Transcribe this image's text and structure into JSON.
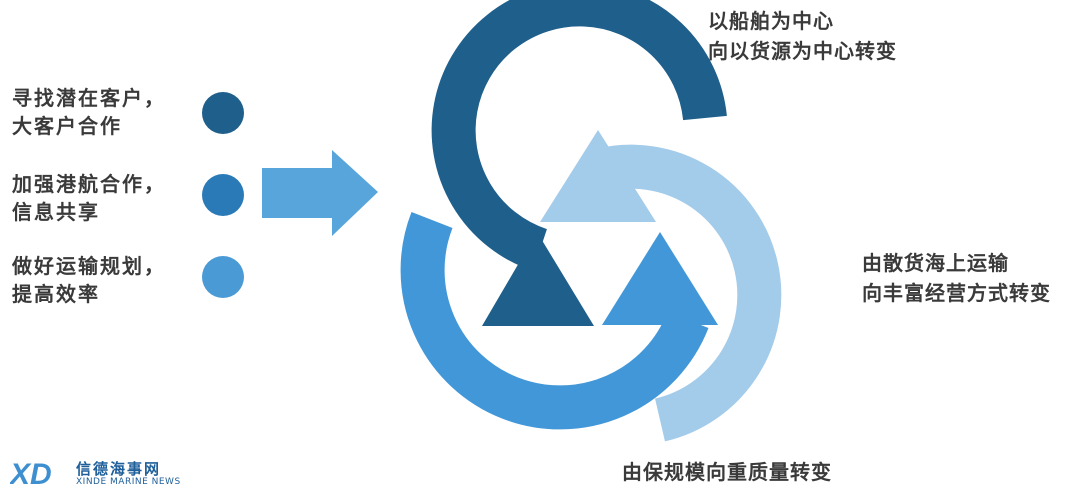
{
  "left_items": [
    {
      "text": "寻找潜在客户，\n大客户合作",
      "color": "#1f5f8b"
    },
    {
      "text": "加强港航合作，\n信息共享",
      "color": "#2a7ab8"
    },
    {
      "text": "做好运输规划，\n提高效率",
      "color": "#4a9ad6"
    }
  ],
  "labels": {
    "top": "以船舶为中心\n向以货源为中心转变",
    "right": "由散货海上运输\n向丰富经营方式转变",
    "bottom": "由保规模向重质量转变"
  },
  "logo": {
    "mark": "XD",
    "cn": "信德海事网",
    "en": "XINDE MARINE NEWS"
  },
  "colors": {
    "dark": "#1f5f8b",
    "medium": "#4197d8",
    "light": "#a3cbea",
    "arrow": "#58a5dc"
  }
}
